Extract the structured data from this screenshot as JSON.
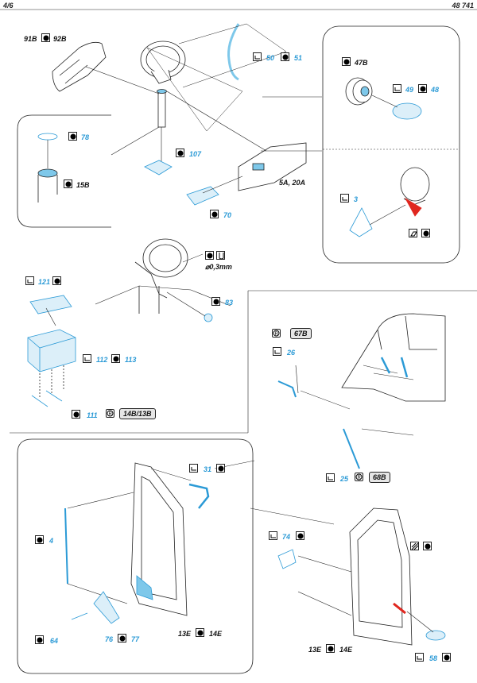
{
  "header": {
    "page": "4/6",
    "code": "48 741"
  },
  "icons": {
    "paint": "paint-yin-yang-icon",
    "bend": "bend-arrow-icon",
    "resin": "resin-r-icon",
    "wire": "wire-u-icon",
    "surface": "surface-patch-icon"
  },
  "steps": {
    "s91": "91B",
    "s92": "92B",
    "s50": "50",
    "s51": "51",
    "s47": "47B",
    "s49": "49",
    "s48": "48",
    "s78": "78",
    "s15": "15B",
    "s107": "107",
    "s5a": "5A, 20A",
    "s70": "70",
    "s3": "3",
    "wire_dia": "⌀0,3mm",
    "s121": "121",
    "s83": "83",
    "s112": "112",
    "s113": "113",
    "s111": "111",
    "s14b": "14B/13B",
    "s67": "67B",
    "s26": "26",
    "s25": "25",
    "s68": "68B",
    "s31": "31",
    "s4": "4",
    "s74": "74",
    "s64": "64",
    "s76": "76",
    "s77": "77",
    "s13l": "13E",
    "s14l": "14E",
    "s13r": "13E",
    "s14r": "14E",
    "s58": "58"
  },
  "colors": {
    "part_blue": "#7ec8ea",
    "number_blue": "#2b9ad6",
    "red": "#e0261e",
    "line": "#222222",
    "box_gray": "#e6e6e6"
  }
}
